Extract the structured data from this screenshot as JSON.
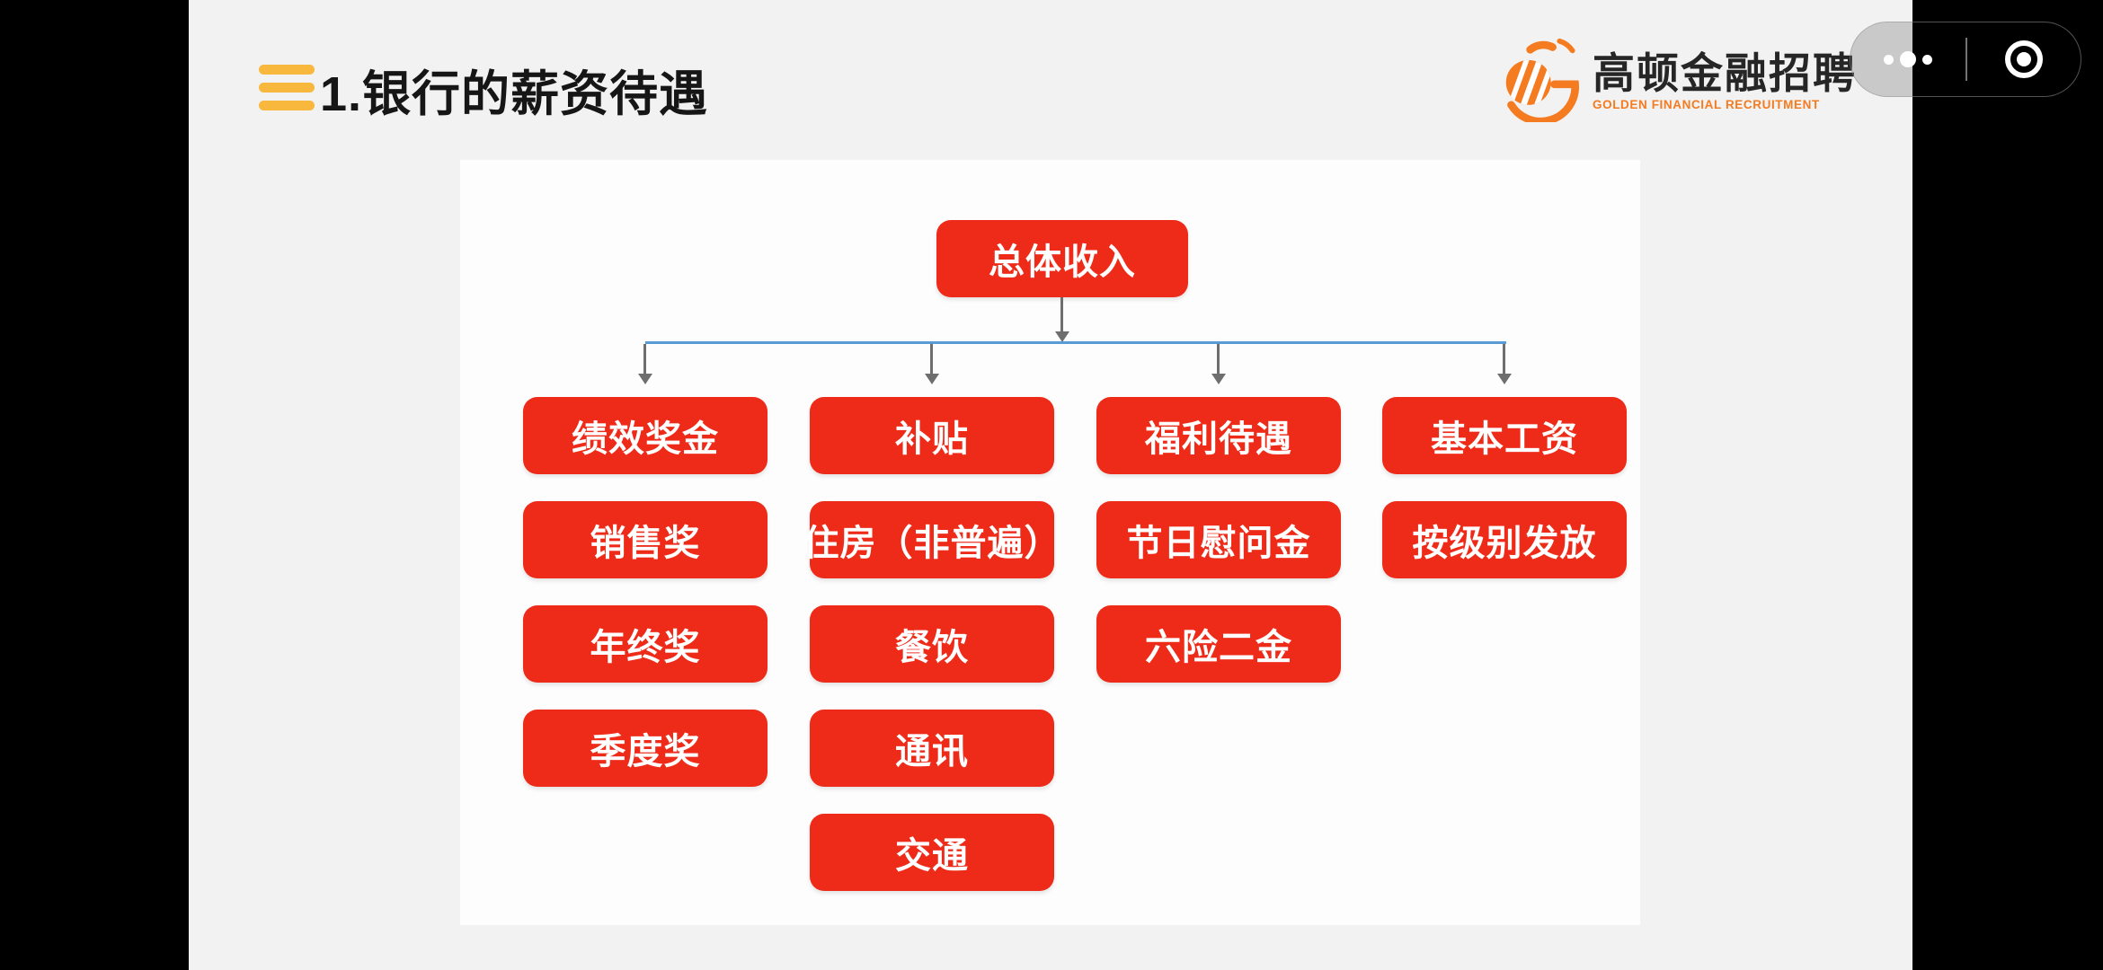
{
  "app": {
    "title": "1.银行的薪资待遇",
    "logo": {
      "name_cn": "高顿金融招聘",
      "name_en": "GOLDEN FINANCIAL RECRUITMENT"
    },
    "capsule": {
      "more_icon": "three-dots-more",
      "exit_icon": "circle-dot-exit"
    },
    "menu_icon": "hamburger-menu"
  },
  "colors": {
    "node_red": "#ee2b19",
    "accent_yellow": "#f7b83d",
    "brand_orange": "#f47b20",
    "connector_blue": "#5b9bd5",
    "connector_gray": "#6e6e6e",
    "page_bg": "#f2f2f2",
    "panel_bg": "#fdfdfd",
    "letterbox": "#000000"
  },
  "diagram": {
    "type": "org-chart",
    "root": "总体收入",
    "columns": [
      {
        "header": "绩效奖金",
        "items": [
          "销售奖",
          "年终奖",
          "季度奖"
        ]
      },
      {
        "header": "补贴",
        "items": [
          "住房（非普遍）",
          "餐饮",
          "通讯",
          "交通"
        ]
      },
      {
        "header": "福利待遇",
        "items": [
          "节日慰问金",
          "六险二金"
        ]
      },
      {
        "header": "基本工资",
        "items": [
          "按级别发放"
        ]
      }
    ]
  }
}
